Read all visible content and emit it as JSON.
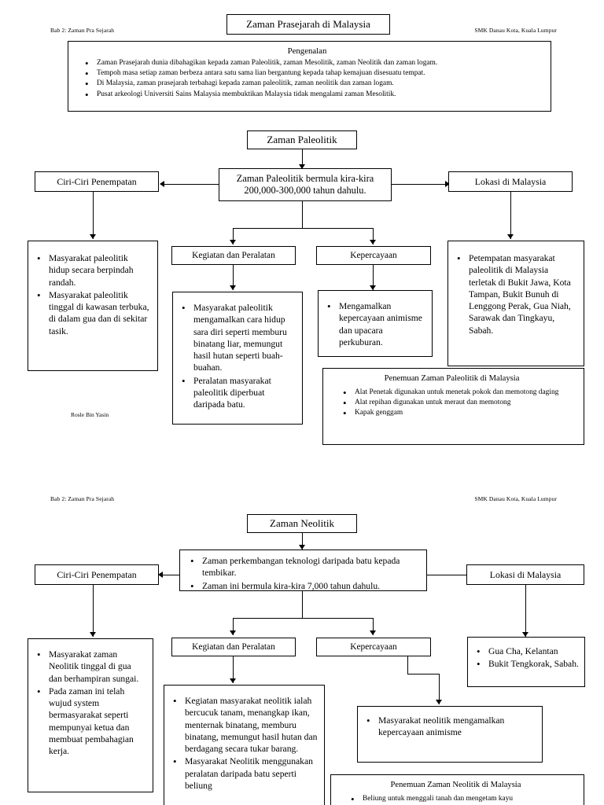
{
  "document": {
    "title": "Zaman Prasejarah di Malaysia",
    "author_credit": "Rosle Bin Yasin"
  },
  "page1": {
    "header_left": "Bab 2: Zaman Pra Sejarah",
    "header_right": "SMK Danau Kota, Kuala Lumpur",
    "main_title": "Zaman Prasejarah di Malaysia",
    "intro": {
      "heading": "Pengenalan",
      "items": [
        "Zaman Prasejarah dunia dibahagikan kepada zaman Paleolitik, zaman Mesolitik, zaman Neolitik dan zaman logam.",
        "Tempoh masa setiap zaman berbeza antara satu sama lian bergantung kepada tahap kemajuan disesuatu tempat.",
        "Di Malaysia, zaman prasejarah terbahagi kepada zaman paleolitik, zaman neolitik dan zaman logam.",
        "Pusat arkeologi Universiti Sains Malaysia membuktikan Malaysia tidak mengalami zaman Mesolitik."
      ]
    },
    "section_title": "Zaman Paleolitik",
    "central_box": "Zaman Paleolitik bermula kira-kira 200,000-300,000 tahun dahulu.",
    "left_branch": {
      "label": "Ciri-Ciri Penempatan",
      "items": [
        "Masyarakat paleolitik hidup secara berpindah randah.",
        "Masyarakat paleolitik tinggal di kawasan terbuka, di dalam gua dan di sekitar tasik."
      ]
    },
    "mid_left_branch": {
      "label": "Kegiatan dan Peralatan",
      "items": [
        "Masyarakat paleolitik mengamalkan cara hidup sara diri seperti memburu binatang liar, memungut hasil hutan seperti buah-buahan.",
        "Peralatan masyarakat paleolitik diperbuat daripada batu."
      ]
    },
    "mid_right_branch": {
      "label": "Kepercayaan",
      "items": [
        "Mengamalkan kepercayaan animisme dan upacara perkuburan."
      ]
    },
    "right_branch": {
      "label": "Lokasi di Malaysia",
      "items": [
        "Petempatan masyarakat paleolitik di Malaysia terletak di Bukit Jawa, Kota Tampan, Bukit Bunuh di Lenggong Perak, Gua Niah, Sarawak dan Tingkayu, Sabah."
      ]
    },
    "findings": {
      "heading": "Penemuan Zaman Paleolitik di Malaysia",
      "items": [
        "Alat Penetak digunakan untuk menetak pokok dan memotong daging",
        "Alat repihan digunakan untuk meraut dan memotong",
        "Kapak genggam"
      ]
    }
  },
  "page2": {
    "header_left": "Bab 2: Zaman Pra Sejarah",
    "header_right": "SMK Danau Kota, Kuala Lumpur",
    "section_title": "Zaman Neolitik",
    "central_box_items": [
      "Zaman perkembangan teknologi daripada batu kepada tembikar.",
      "Zaman ini bermula kira-kira 7,000 tahun dahulu."
    ],
    "left_branch": {
      "label": "Ciri-Ciri Penempatan",
      "items": [
        "Masyarakat zaman Neolitik tinggal di gua dan berhampiran sungai.",
        "Pada zaman ini telah wujud system bermasyarakat seperti mempunyai ketua dan membuat pembahagian kerja."
      ]
    },
    "mid_left_branch": {
      "label": "Kegiatan dan Peralatan",
      "items": [
        "Kegiatan masyarakat neolitik ialah bercucuk tanam, menangkap ikan, menternak binatang, memburu binatang, memungut hasil hutan dan berdagang secara tukar barang.",
        "Masyarakat Neolitik menggunakan peralatan daripada batu seperti beliung"
      ]
    },
    "mid_right_branch": {
      "label": "Kepercayaan",
      "items": [
        "Masyarakat neolitik mengamalkan kepercayaan animisme"
      ]
    },
    "right_branch": {
      "label": "Lokasi di Malaysia",
      "items": [
        "Gua Cha, Kelantan",
        "Bukit Tengkorak, Sabah."
      ]
    },
    "findings": {
      "heading": "Penemuan Zaman Neolitik di Malaysia",
      "items": [
        "Beliung untuk menggali tanah dan mengetam kayu"
      ]
    }
  }
}
